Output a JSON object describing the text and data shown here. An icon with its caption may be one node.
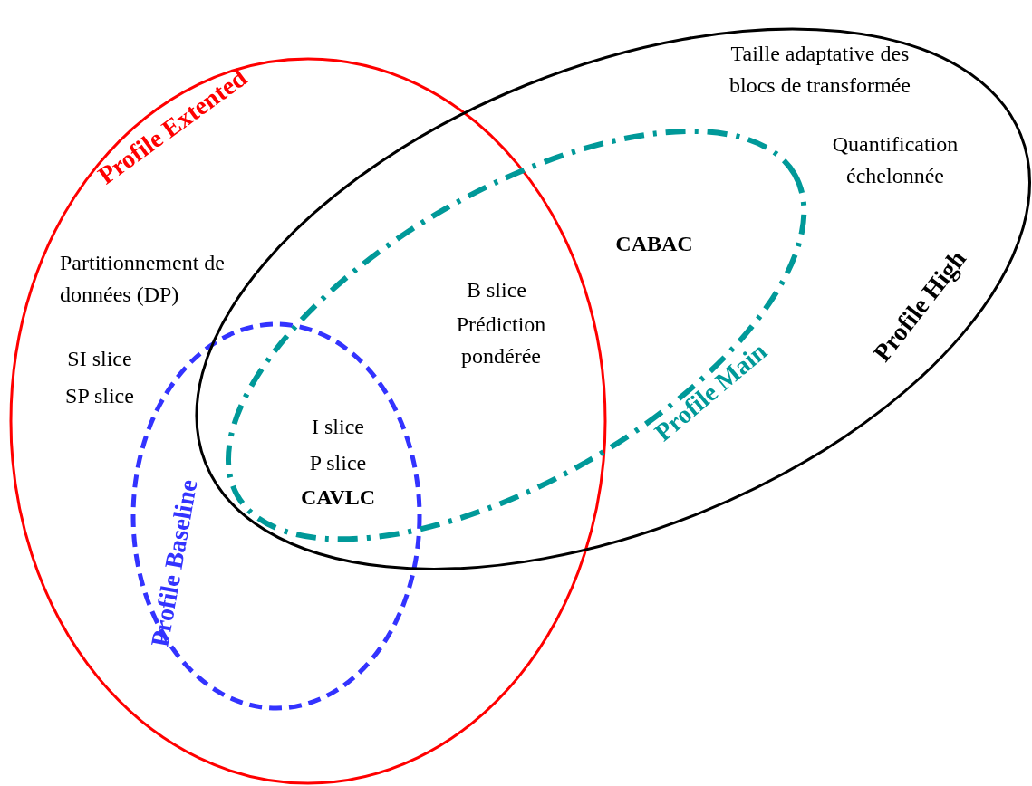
{
  "diagram": {
    "nodes": [
      {
        "text": [
          "Profile Extented"
        ]
      },
      {
        "text": [
          "Profile High"
        ]
      },
      {
        "text": [
          "Profile Main"
        ],
        "in": 1
      },
      {
        "text": [
          "Profile Baseline"
        ],
        "in": 0
      }
    ],
    "labels": [
      "Taille adaptative des blocs de transformée",
      "Quantification échelonnée",
      "CABAC",
      "Partitionnement de données (DP)",
      "B slice",
      "Prédiction pondérée",
      "SI slice",
      "SP slice",
      "I slice",
      "P slice",
      "CAVLC"
    ]
  }
}
